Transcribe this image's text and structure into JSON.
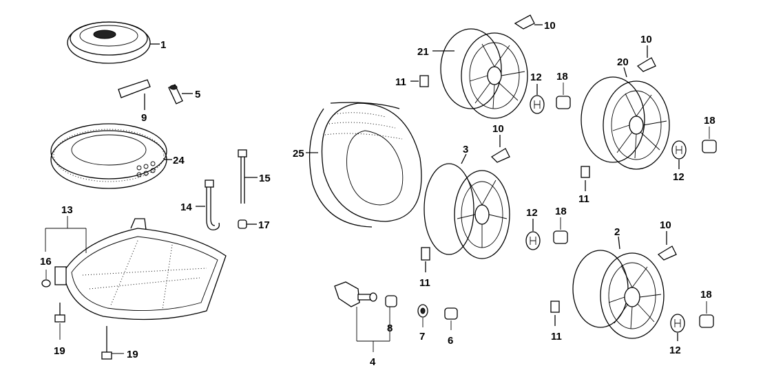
{
  "callouts": {
    "c1": "1",
    "c2": "2",
    "c3": "3",
    "c4": "4",
    "c5": "5",
    "c6": "6",
    "c7": "7",
    "c8": "8",
    "c9": "9",
    "c10a": "10",
    "c10b": "10",
    "c10c": "10",
    "c10d": "10",
    "c11a": "11",
    "c11b": "11",
    "c11c": "11",
    "c11d": "11",
    "c12a": "12",
    "c12b": "12",
    "c12c": "12",
    "c12d": "12",
    "c13": "13",
    "c14": "14",
    "c15": "15",
    "c16": "16",
    "c17": "17",
    "c18a": "18",
    "c18b": "18",
    "c18c": "18",
    "c18d": "18",
    "c19a": "19",
    "c19b": "19",
    "c20": "20",
    "c21": "21",
    "c24": "24",
    "c25": "25"
  }
}
